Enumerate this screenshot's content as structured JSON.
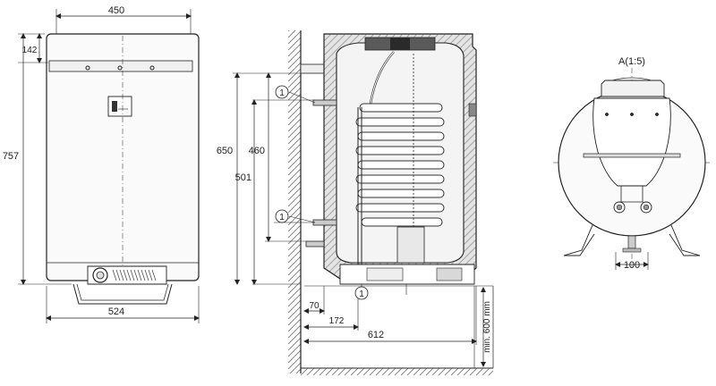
{
  "front_view": {
    "dims": {
      "width_top": "450",
      "height_top": "142",
      "height_total": "757",
      "width_bottom": "524"
    }
  },
  "section_view": {
    "callouts": {
      "c1": "1",
      "c2": "1",
      "c3": "1"
    },
    "dims": {
      "d650": "650",
      "d460": "460",
      "d501": "501",
      "d70": "70",
      "d172": "172",
      "d612": "612",
      "min_clearance": "min. 600 mm"
    }
  },
  "detail_view": {
    "title": "A(1:5)",
    "dim_100": "100"
  }
}
